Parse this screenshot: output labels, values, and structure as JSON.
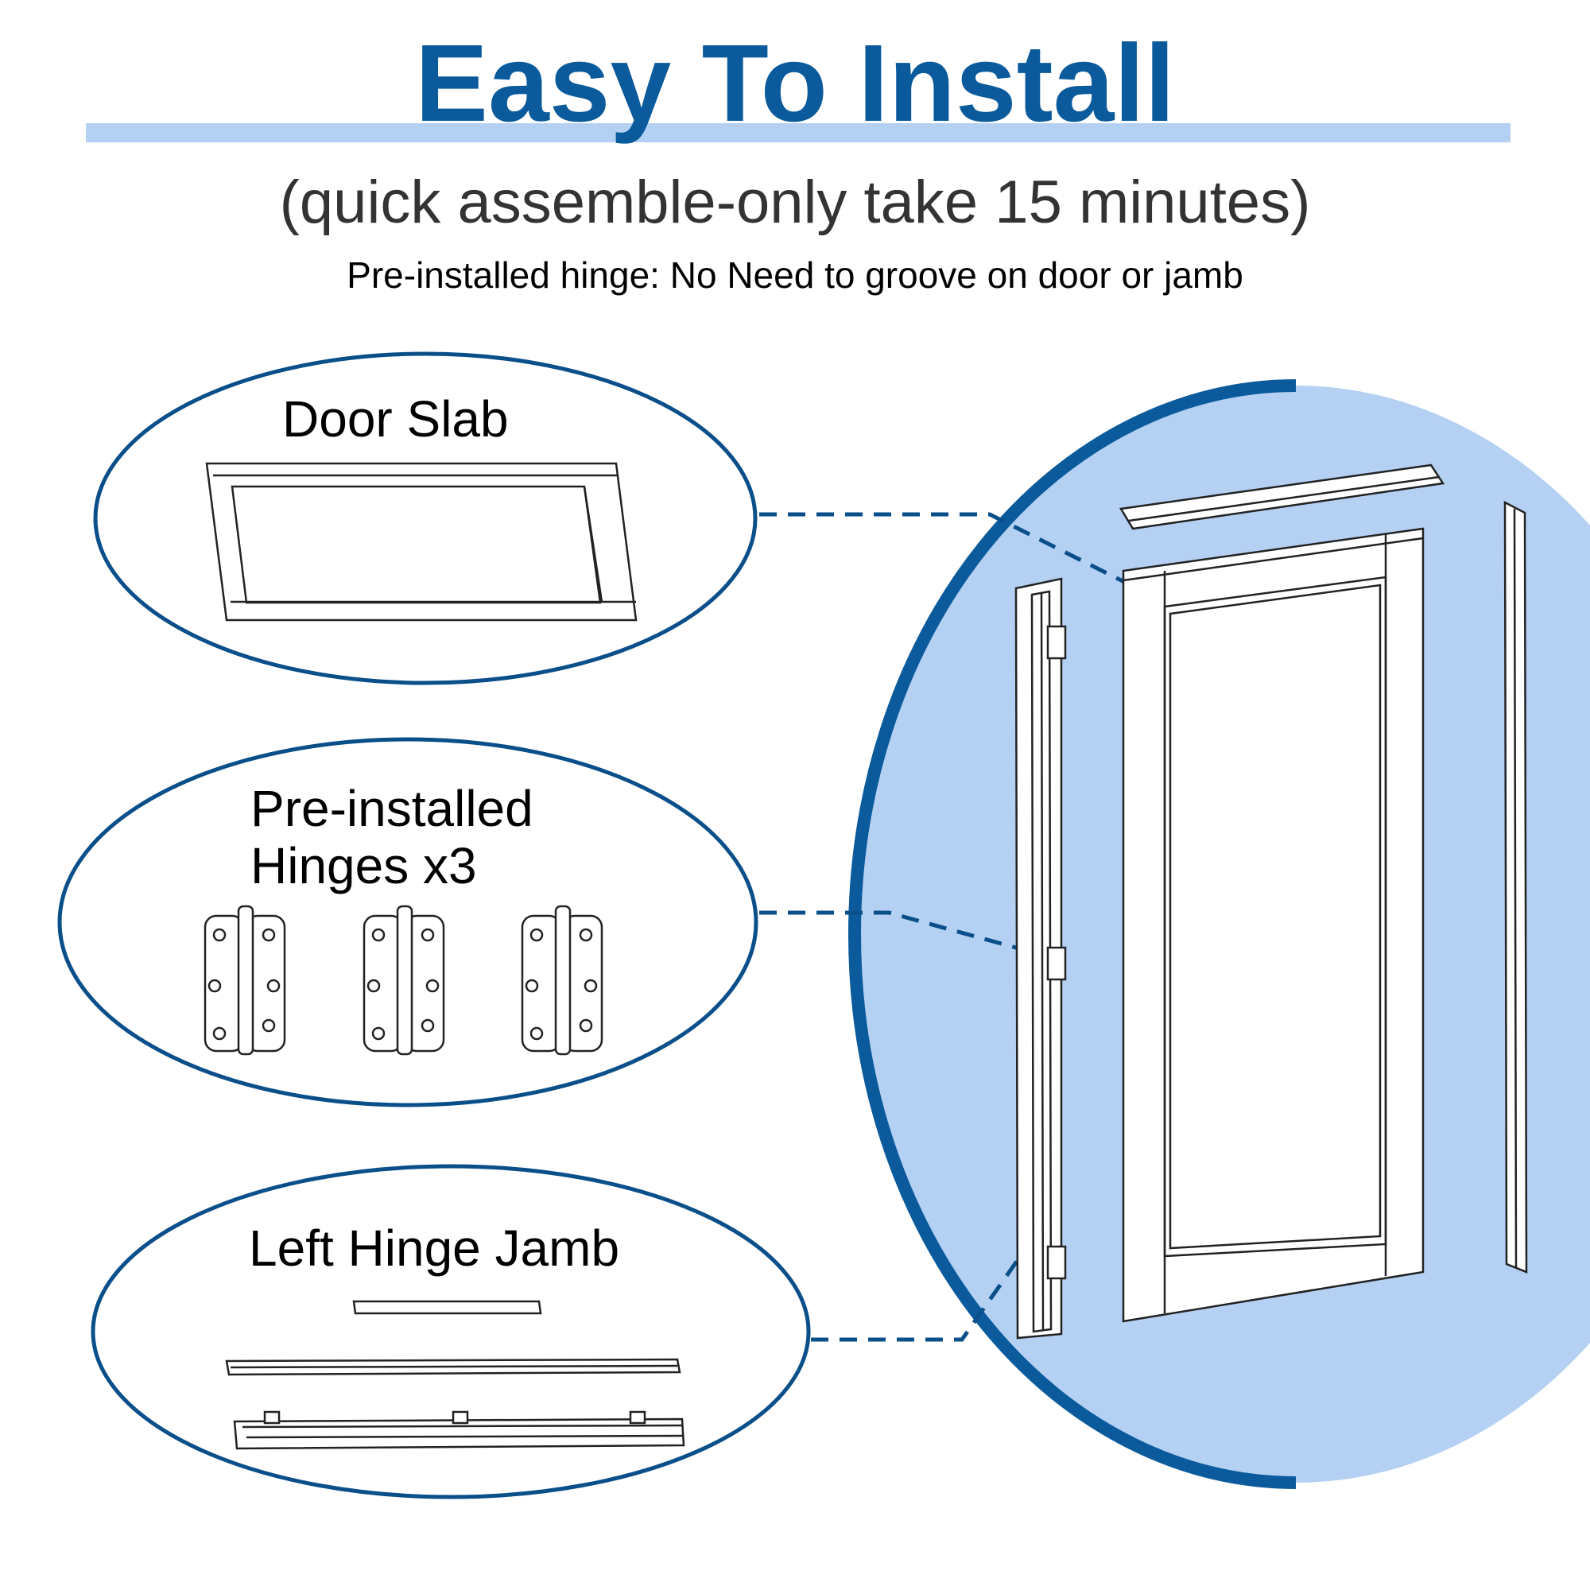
{
  "header": {
    "title": "Easy To Install",
    "subtitle": "(quick assemble-only take 15 minutes)",
    "note": "Pre-installed hinge: No Need to groove on door or jamb"
  },
  "callouts": [
    {
      "label": "Door Slab"
    },
    {
      "label_line1": "Pre-installed",
      "label_line2": "Hinges x3"
    },
    {
      "label": "Left Hinge Jamb"
    }
  ],
  "colors": {
    "title": "#0a5a9c",
    "accent_bar": "#b4d0f2",
    "subtitle": "#333333",
    "ellipse_stroke": "#0a4f8a",
    "circle_fill": "#b4d0f2",
    "circle_edge": "#0a5a9c",
    "line_art": "#222222"
  }
}
